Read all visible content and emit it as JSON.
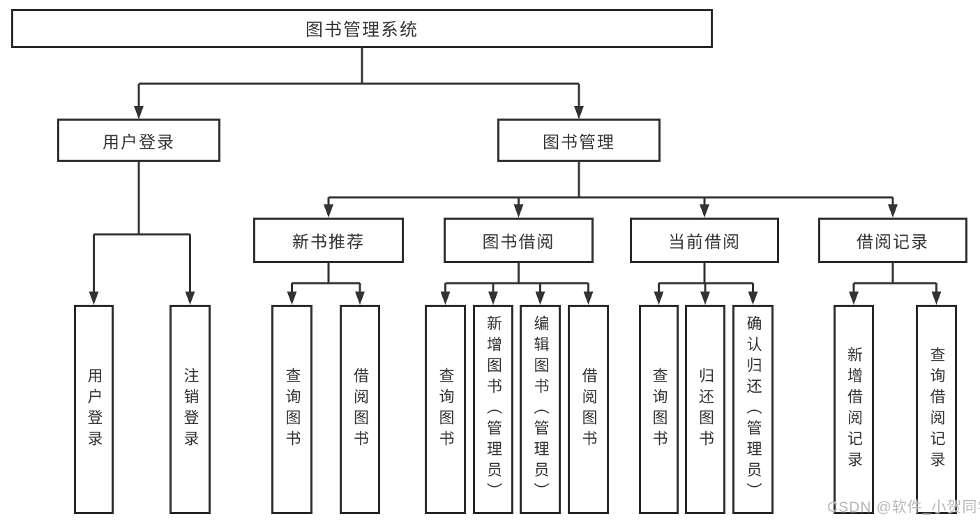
{
  "diagram": {
    "title": "图书管理系统",
    "nodes": {
      "system": "图书管理系统",
      "user_login": "用户登录",
      "book_mgmt": "图书管理",
      "new_book_rec": "新书推荐",
      "book_borrow": "图书借阅",
      "current_borrow": "当前借阅",
      "borrow_records": "借阅记录",
      "leaf_user_login": "用户登录",
      "leaf_logout": "注销登录",
      "leaf_rec_query_book": "查询图书",
      "leaf_rec_borrow_book": "借阅图书",
      "leaf_bor_query_book": "查询图书",
      "leaf_bor_add_book": "新增图书（管理员）",
      "leaf_bor_edit_book": "编辑图书（管理员）",
      "leaf_bor_borrow_book": "借阅图书",
      "leaf_cur_query_book": "查询图书",
      "leaf_cur_return_book": "归还图书",
      "leaf_cur_confirm_return": "确认归还（管理员）",
      "leaf_rcd_add_record": "新增借阅记录",
      "leaf_rcd_query_record": "查询借阅记录"
    },
    "structure": {
      "图书管理系统": [
        "用户登录",
        "图书管理"
      ],
      "用户登录": [
        "用户登录",
        "注销登录"
      ],
      "图书管理": [
        "新书推荐",
        "图书借阅",
        "当前借阅",
        "借阅记录"
      ],
      "新书推荐": [
        "查询图书",
        "借阅图书"
      ],
      "图书借阅": [
        "查询图书",
        "新增图书（管理员）",
        "编辑图书（管理员）",
        "借阅图书"
      ],
      "当前借阅": [
        "查询图书",
        "归还图书",
        "确认归还（管理员）"
      ],
      "借阅记录": [
        "新增借阅记录",
        "查询借阅记录"
      ]
    },
    "watermark": "CSDN @软件_小贺同学",
    "colors": {
      "background": "#ffffff",
      "box_fill": "#ffffff",
      "box_border": "#2d2d2d",
      "line": "#333333",
      "text": "#333333",
      "watermark": "#b8b8b8"
    }
  }
}
